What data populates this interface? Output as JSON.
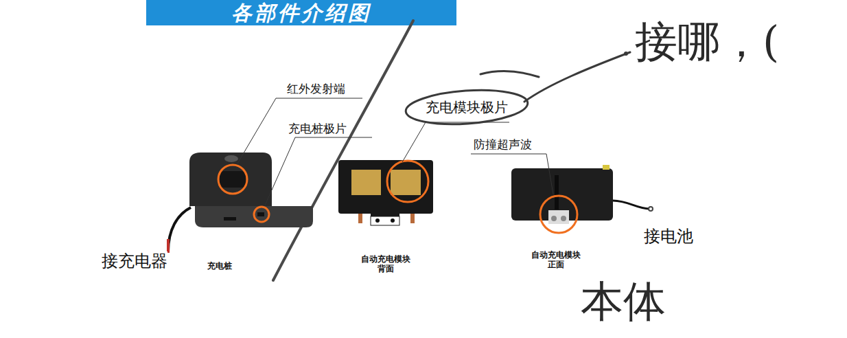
{
  "diagram": {
    "title": "各部件介绍图",
    "nodes": [
      {
        "text": [
          "充电模块极片"
        ]
      }
    ],
    "labels": [
      "红外发射端",
      "充电桩极片",
      "防撞超声波",
      "接充电器",
      "充电桩",
      "自动充电模块 背面",
      "自动充电模块 正面",
      "接电池",
      "接哪，(",
      "本体"
    ]
  }
}
